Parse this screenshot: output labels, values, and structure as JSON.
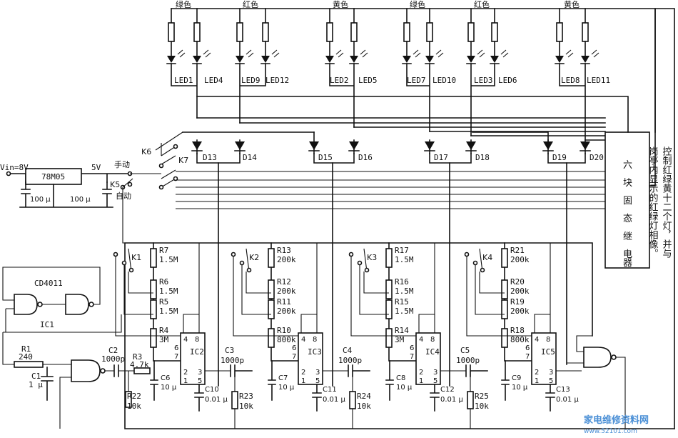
{
  "colors": {
    "ink": "#111111",
    "watermark": "#4a8fd6"
  },
  "power": {
    "vin": "Vin=8V",
    "regulator": "78M05",
    "v5": "5V",
    "c_in": "100 μ",
    "c_out": "100 μ"
  },
  "switches": {
    "manual": "手动",
    "auto": "自动",
    "k5": "K5",
    "k6": "K6",
    "k7": "K7"
  },
  "color_labels": {
    "green1": "绿色",
    "red1": "红色",
    "yellow1": "黄色",
    "green2": "绿色",
    "red2": "红色",
    "yellow2": "黄色"
  },
  "leds": [
    "LED1",
    "LED4",
    "LED9",
    "LED12",
    "LED2",
    "LED5",
    "LED7",
    "LED10",
    "LED3",
    "LED6",
    "LED8",
    "LED11"
  ],
  "diodes": [
    "D13",
    "D14",
    "D15",
    "D16",
    "D17",
    "D18",
    "D19",
    "D20"
  ],
  "relay_box": "六块固态继电器",
  "side_note": {
    "line1": "控制红绿黄十二个灯，并与",
    "line2": "岗亭内显示的红绿灯相像。"
  },
  "gate": {
    "name": "CD4011",
    "ic": "IC1"
  },
  "input": {
    "r1": "R1",
    "r1_val": "240",
    "c1": "C1",
    "c1_val": "1 μ",
    "c2": "C2",
    "c2_val": "1000p",
    "r3": "R3",
    "r3_val": "4.7k",
    "r22": "R22",
    "r22_val": "10k"
  },
  "timers": [
    {
      "ic": "IC2",
      "k": "K1",
      "rs": [
        {
          "n": "R7",
          "v": "1.5M"
        },
        {
          "n": "R6",
          "v": "1.5M"
        },
        {
          "n": "R5",
          "v": "1.5M"
        },
        {
          "n": "R4",
          "v": "3M"
        }
      ],
      "ct": "C6",
      "ct_v": "10 μ",
      "cc": "C10",
      "cc_v": "0.01 μ",
      "cx": "C3",
      "cx_v": "1000p",
      "rx": "R23",
      "rx_v": "10k"
    },
    {
      "ic": "IC3",
      "k": "K2",
      "rs": [
        {
          "n": "R13",
          "v": "200k"
        },
        {
          "n": "R12",
          "v": "200k"
        },
        {
          "n": "R11",
          "v": "200k"
        },
        {
          "n": "R10",
          "v": "800k"
        }
      ],
      "ct": "C7",
      "ct_v": "10 μ",
      "cc": "C11",
      "cc_v": "0.01 μ",
      "cx": "C4",
      "cx_v": "1000p",
      "rx": "R24",
      "rx_v": "10k"
    },
    {
      "ic": "IC4",
      "k": "K3",
      "rs": [
        {
          "n": "R17",
          "v": "1.5M"
        },
        {
          "n": "R16",
          "v": "1.5M"
        },
        {
          "n": "R15",
          "v": "1.5M"
        },
        {
          "n": "R14",
          "v": "3M"
        }
      ],
      "ct": "C8",
      "ct_v": "10 μ",
      "cc": "C12",
      "cc_v": "0.01 μ",
      "cx": "C5",
      "cx_v": "1000p",
      "rx": "R25",
      "rx_v": "10k"
    },
    {
      "ic": "IC5",
      "k": "K4",
      "rs": [
        {
          "n": "R21",
          "v": "200k"
        },
        {
          "n": "R20",
          "v": "200k"
        },
        {
          "n": "R19",
          "v": "200k"
        },
        {
          "n": "R18",
          "v": "800k"
        }
      ],
      "ct": "C9",
      "ct_v": "10 μ",
      "cc": "C13",
      "cc_v": "0.01 μ",
      "cx": "",
      "cx_v": "",
      "rx": "",
      "rx_v": ""
    }
  ],
  "pins": {
    "p4": "4",
    "p8": "8",
    "p6": "6",
    "p7": "7",
    "p2": "2",
    "p3": "3",
    "p1": "1",
    "p5": "5"
  },
  "watermark": {
    "main": "家电维修资料网",
    "url": "www.52101.com"
  }
}
